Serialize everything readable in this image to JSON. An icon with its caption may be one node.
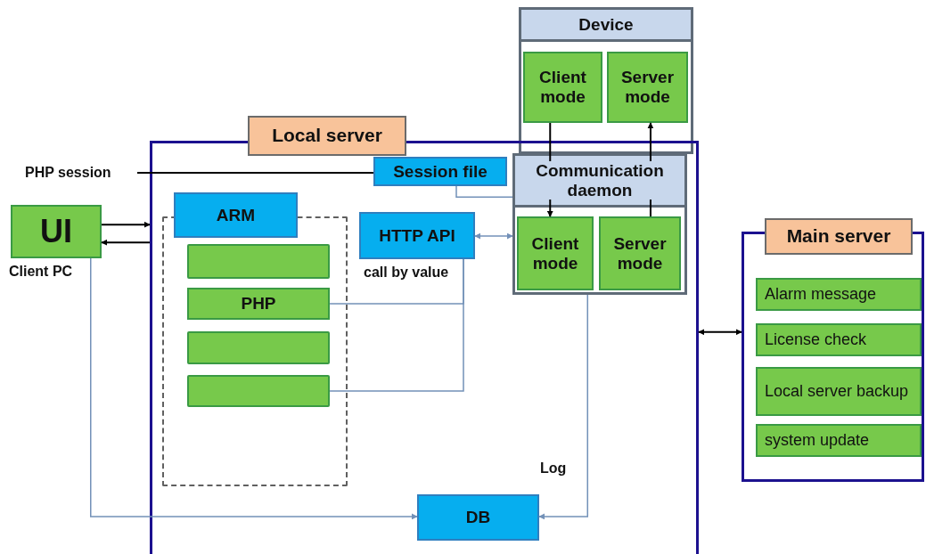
{
  "diagram": {
    "nodes": [
      {
        "text": [
          "Device"
        ]
      },
      {
        "text": [
          "Client mode"
        ],
        "in": 0
      },
      {
        "text": [
          "Server mode"
        ],
        "in": 0
      },
      {
        "text": [
          "Local server"
        ]
      },
      {
        "text": [
          "PHP session"
        ]
      },
      {
        "text": [
          "Session file"
        ],
        "in": 3
      },
      {
        "text": [
          "Communication daemon"
        ],
        "in": 3
      },
      {
        "text": [
          "Client mode"
        ],
        "in": 6
      },
      {
        "text": [
          "Server mode"
        ],
        "in": 6
      },
      {
        "text": [
          "UI"
        ],
        "beside": [
          "Client PC"
        ]
      },
      {
        "text": [],
        "shape": "box",
        "in": 3
      },
      {
        "text": [
          "ARM"
        ],
        "in": 3
      },
      {
        "text": [],
        "shape": "box",
        "in": 10
      },
      {
        "text": [
          "PHP"
        ],
        "in": 10
      },
      {
        "text": [],
        "shape": "box",
        "in": 10
      },
      {
        "text": [],
        "shape": "box",
        "in": 10
      },
      {
        "text": [
          "HTTP API"
        ],
        "in": 3,
        "beside": [
          "call by value"
        ]
      },
      {
        "text": [
          "DB"
        ],
        "in": 3
      },
      {
        "text": [
          "Main server"
        ]
      },
      {
        "text": [
          "Alarm message"
        ],
        "in": 18
      },
      {
        "text": [
          "License check"
        ],
        "in": 18
      },
      {
        "text": [
          "Local server backup"
        ],
        "in": 18
      },
      {
        "text": [
          "system update"
        ],
        "in": 18
      }
    ],
    "edges": [
      {
        "from": 1,
        "to": 7,
        "arrow": "to"
      },
      {
        "from": 8,
        "to": 2,
        "arrow": "to"
      },
      {
        "from": 4,
        "to": 5,
        "arrow": "none"
      },
      {
        "from": 9,
        "to": 3,
        "arrow": "to"
      },
      {
        "from": 3,
        "to": 9,
        "arrow": "to"
      },
      {
        "from": 5,
        "to": 6,
        "arrow": "none",
        "color": "#7391b8"
      },
      {
        "from": 16,
        "to": 6,
        "arrow": "both",
        "color": "#7391b8"
      },
      {
        "from": 13,
        "to": 16,
        "arrow": "none",
        "color": "#7391b8"
      },
      {
        "from": 15,
        "to": 16,
        "arrow": "none",
        "color": "#7391b8"
      },
      {
        "from": 9,
        "to": 17,
        "arrow": "to",
        "color": "#7391b8"
      },
      {
        "from": 6,
        "to": 17,
        "arrow": "to",
        "label": "Log",
        "color": "#7391b8"
      },
      {
        "from": 3,
        "to": 18,
        "arrow": "both"
      }
    ]
  }
}
